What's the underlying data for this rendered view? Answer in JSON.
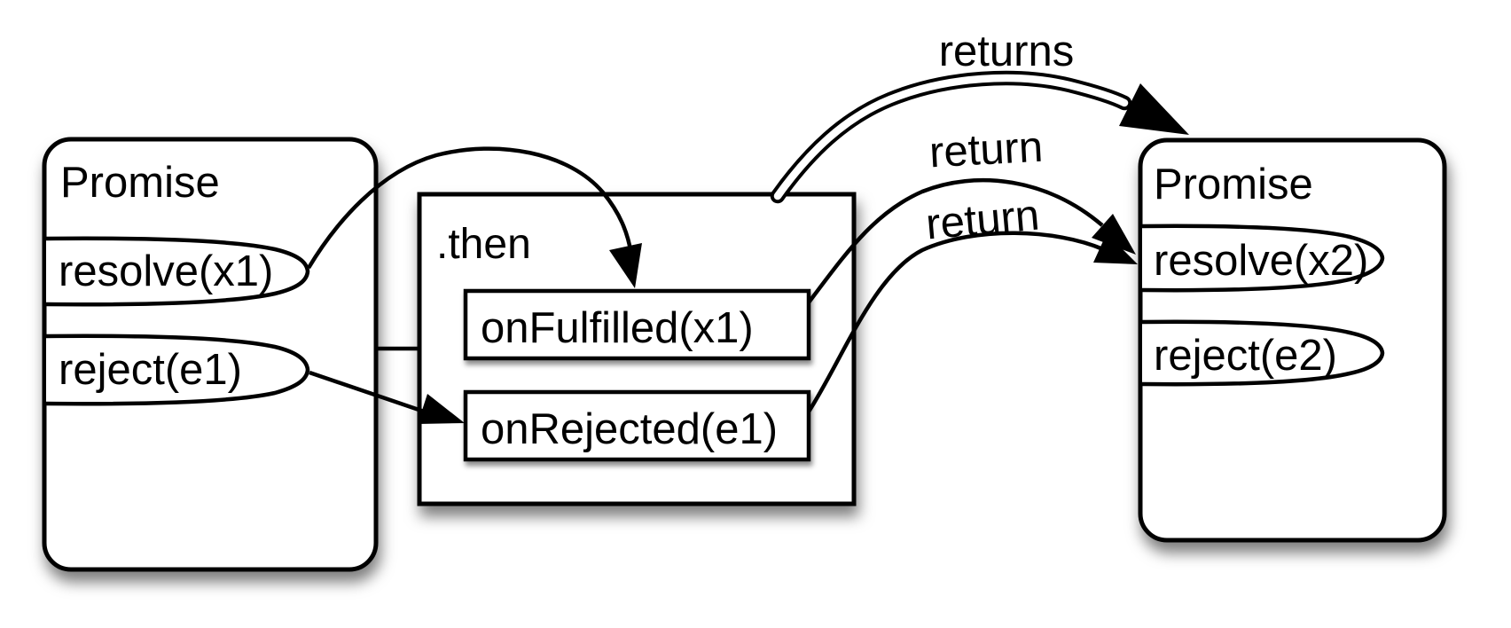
{
  "diagram": {
    "background_color": "#ffffff",
    "line_color": "#000000",
    "left_promise": {
      "title": "Promise",
      "resolve_label": "resolve(x1)",
      "reject_label": "reject(e1)"
    },
    "then_block": {
      "title": ".then",
      "on_fulfilled_label": "onFulfilled(x1)",
      "on_rejected_label": "onRejected(e1)"
    },
    "right_promise": {
      "title": "Promise",
      "resolve_label": "resolve(x2)",
      "reject_label": "reject(e2)"
    },
    "labels": {
      "returns": "returns",
      "return_fulfilled": "return",
      "return_rejected": "return"
    }
  }
}
